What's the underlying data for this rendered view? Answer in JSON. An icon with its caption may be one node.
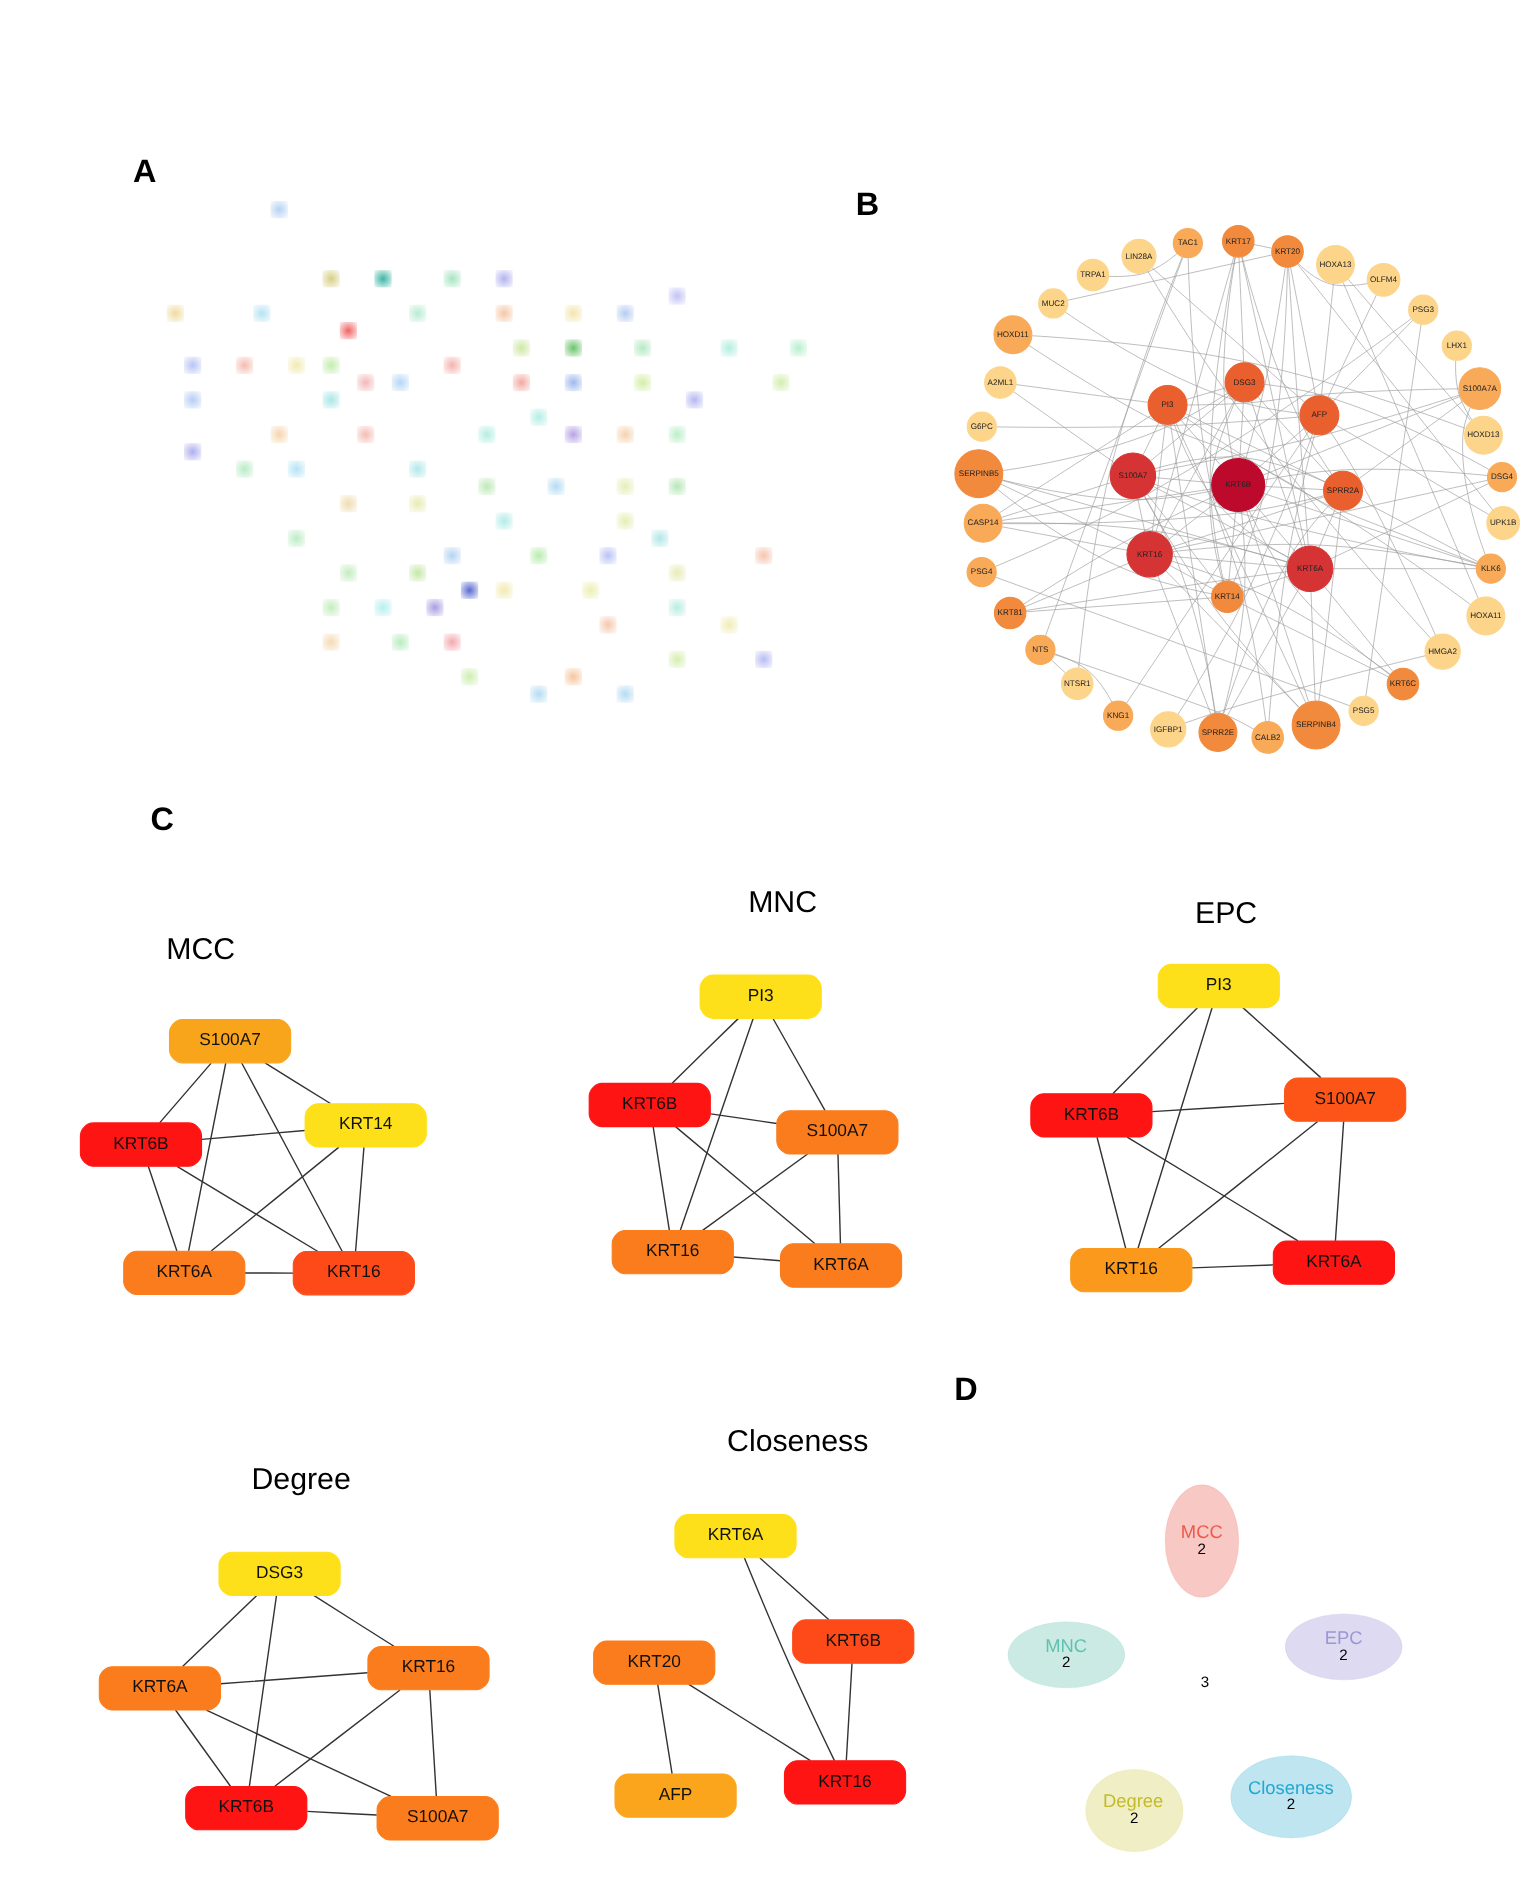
{
  "diagram": {
    "nodes": [
      {
        "text": [],
        "shape": "picture"
      },
      {
        "text": [
          "TAC1"
        ]
      },
      {
        "text": [
          "KRT17"
        ]
      },
      {
        "text": [
          "KRT20"
        ]
      },
      {
        "text": [
          "HOXA13"
        ]
      },
      {
        "text": [
          "OLFM4"
        ]
      },
      {
        "text": [
          "PSG3"
        ]
      },
      {
        "text": [
          "LHX1"
        ]
      },
      {
        "text": [
          "S100A7A"
        ]
      },
      {
        "text": [
          "HOXD13"
        ]
      },
      {
        "text": [
          "DSG4"
        ]
      },
      {
        "text": [
          "UPK1B"
        ]
      },
      {
        "text": [
          "KLK6"
        ]
      },
      {
        "text": [
          "HOXA11"
        ]
      },
      {
        "text": [
          "HMGA2"
        ]
      },
      {
        "text": [
          "KRT6C"
        ]
      },
      {
        "text": [
          "PSG5"
        ]
      },
      {
        "text": [
          "SERPINB4"
        ]
      },
      {
        "text": [
          "CALB2"
        ]
      },
      {
        "text": [
          "SPRR2E"
        ]
      },
      {
        "text": [
          "IGFBP1"
        ]
      },
      {
        "text": [
          "KNG1"
        ]
      },
      {
        "text": [
          "NTSR1"
        ]
      },
      {
        "text": [
          "NTS"
        ]
      },
      {
        "text": [
          "KRT81"
        ]
      },
      {
        "text": [
          "PSG4"
        ]
      },
      {
        "text": [
          "CASP14"
        ]
      },
      {
        "text": [
          "SERPINB5"
        ]
      },
      {
        "text": [
          "G6PC"
        ]
      },
      {
        "text": [
          "A2ML1"
        ]
      },
      {
        "text": [
          "HOXD11"
        ]
      },
      {
        "text": [
          "MUC2"
        ]
      },
      {
        "text": [
          "TRPA1"
        ]
      },
      {
        "text": [
          "LIN28A"
        ]
      },
      {
        "text": [
          "DSG3"
        ]
      },
      {
        "text": [
          "PI3"
        ]
      },
      {
        "text": [
          "AFP"
        ]
      },
      {
        "text": [
          "S100A7"
        ]
      },
      {
        "text": [
          "KRT6B"
        ]
      },
      {
        "text": [
          "SPRR2A"
        ]
      },
      {
        "text": [
          "KRT16"
        ]
      },
      {
        "text": [
          "KRT6A"
        ]
      },
      {
        "text": [
          "KRT14"
        ]
      },
      {
        "text": [
          "S100A7"
        ]
      },
      {
        "text": [
          "KRT6B"
        ]
      },
      {
        "text": [
          "KRT14"
        ]
      },
      {
        "text": [
          "KRT6A"
        ]
      },
      {
        "text": [
          "KRT16"
        ]
      },
      {
        "text": [
          "PI3"
        ]
      },
      {
        "text": [
          "KRT6B"
        ]
      },
      {
        "text": [
          "S100A7"
        ]
      },
      {
        "text": [
          "KRT16"
        ]
      },
      {
        "text": [
          "KRT6A"
        ]
      },
      {
        "text": [
          "PI3"
        ]
      },
      {
        "text": [
          "KRT6B"
        ]
      },
      {
        "text": [
          "S100A7"
        ]
      },
      {
        "text": [
          "KRT16"
        ]
      },
      {
        "text": [
          "KRT6A"
        ]
      },
      {
        "text": [
          "DSG3"
        ]
      },
      {
        "text": [
          "KRT6A"
        ]
      },
      {
        "text": [
          "KRT16"
        ]
      },
      {
        "text": [
          "KRT6B"
        ]
      },
      {
        "text": [
          "S100A7"
        ]
      },
      {
        "text": [
          "KRT6A"
        ]
      },
      {
        "text": [
          "KRT20"
        ]
      },
      {
        "text": [
          "KRT6B"
        ]
      },
      {
        "text": [
          "AFP"
        ]
      },
      {
        "text": [
          "KRT16"
        ]
      },
      {
        "text": [
          "MCC",
          "2"
        ]
      },
      {
        "text": [
          "MNC",
          "2"
        ]
      },
      {
        "text": [
          "EPC",
          "2"
        ]
      },
      {
        "text": [
          "Degree",
          "2"
        ]
      },
      {
        "text": [
          "Closeness",
          "2"
        ]
      }
    ],
    "edges": [
      {
        "from": 38,
        "to": 41,
        "arrow": "none"
      },
      {
        "from": 38,
        "to": 40,
        "arrow": "none"
      },
      {
        "from": 38,
        "to": 42,
        "arrow": "none"
      },
      {
        "from": 38,
        "to": 2,
        "arrow": "none"
      },
      {
        "from": 38,
        "to": 3,
        "arrow": "none"
      },
      {
        "from": 38,
        "to": 15,
        "arrow": "none"
      },
      {
        "from": 38,
        "to": 24,
        "arrow": "none"
      },
      {
        "from": 37,
        "to": 38,
        "arrow": "none"
      },
      {
        "from": 38,
        "to": 35,
        "arrow": "none"
      },
      {
        "from": 38,
        "to": 34,
        "arrow": "none"
      },
      {
        "from": 38,
        "to": 39,
        "arrow": "none"
      },
      {
        "from": 38,
        "to": 19,
        "arrow": "none"
      },
      {
        "from": 38,
        "to": 17,
        "arrow": "none"
      },
      {
        "from": 27,
        "to": 38,
        "arrow": "none"
      },
      {
        "from": 38,
        "to": 26,
        "arrow": "none"
      },
      {
        "from": 38,
        "to": 10,
        "arrow": "none"
      },
      {
        "from": 38,
        "to": 12,
        "arrow": "none"
      },
      {
        "from": 38,
        "to": 8,
        "arrow": "none"
      },
      {
        "from": 38,
        "to": 36,
        "arrow": "none"
      },
      {
        "from": 40,
        "to": 41,
        "arrow": "none"
      },
      {
        "from": 41,
        "to": 42,
        "arrow": "none"
      },
      {
        "from": 41,
        "to": 2,
        "arrow": "none"
      },
      {
        "from": 41,
        "to": 3,
        "arrow": "none"
      },
      {
        "from": 41,
        "to": 15,
        "arrow": "none"
      },
      {
        "from": 41,
        "to": 24,
        "arrow": "none"
      },
      {
        "from": 41,
        "to": 37,
        "arrow": "none"
      },
      {
        "from": 41,
        "to": 35,
        "arrow": "none"
      },
      {
        "from": 41,
        "to": 34,
        "arrow": "none"
      },
      {
        "from": 41,
        "to": 39,
        "arrow": "none"
      },
      {
        "from": 41,
        "to": 19,
        "arrow": "none"
      },
      {
        "from": 41,
        "to": 17,
        "arrow": "none"
      },
      {
        "from": 41,
        "to": 27,
        "arrow": "none"
      },
      {
        "from": 26,
        "to": 41,
        "arrow": "none"
      },
      {
        "from": 41,
        "to": 10,
        "arrow": "none"
      },
      {
        "from": 41,
        "to": 12,
        "arrow": "none"
      },
      {
        "from": 40,
        "to": 42,
        "arrow": "none"
      },
      {
        "from": 40,
        "to": 2,
        "arrow": "none"
      },
      {
        "from": 40,
        "to": 15,
        "arrow": "none"
      },
      {
        "from": 40,
        "to": 24,
        "arrow": "none"
      },
      {
        "from": 40,
        "to": 37,
        "arrow": "none"
      },
      {
        "from": 40,
        "to": 35,
        "arrow": "none"
      },
      {
        "from": 40,
        "to": 34,
        "arrow": "none"
      },
      {
        "from": 40,
        "to": 39,
        "arrow": "none"
      },
      {
        "from": 40,
        "to": 19,
        "arrow": "none"
      },
      {
        "from": 40,
        "to": 17,
        "arrow": "none"
      },
      {
        "from": 40,
        "to": 27,
        "arrow": "none"
      },
      {
        "from": 26,
        "to": 40,
        "arrow": "none"
      },
      {
        "from": 40,
        "to": 12,
        "arrow": "none"
      },
      {
        "from": 40,
        "to": 10,
        "arrow": "none"
      },
      {
        "from": 42,
        "to": 2,
        "arrow": "none"
      },
      {
        "from": 42,
        "to": 3,
        "arrow": "none"
      },
      {
        "from": 42,
        "to": 34,
        "arrow": "none"
      },
      {
        "from": 42,
        "to": 15,
        "arrow": "none"
      },
      {
        "from": 24,
        "to": 42,
        "arrow": "none"
      },
      {
        "from": 42,
        "to": 27,
        "arrow": "none"
      },
      {
        "from": 42,
        "to": 37,
        "arrow": "none"
      },
      {
        "from": 37,
        "to": 35,
        "arrow": "none"
      },
      {
        "from": 37,
        "to": 8,
        "arrow": "none"
      },
      {
        "from": 37,
        "to": 39,
        "arrow": "none"
      },
      {
        "from": 37,
        "to": 19,
        "arrow": "none"
      },
      {
        "from": 37,
        "to": 17,
        "arrow": "none"
      },
      {
        "from": 37,
        "to": 12,
        "arrow": "none"
      },
      {
        "from": 37,
        "to": 34,
        "arrow": "none"
      },
      {
        "from": 37,
        "to": 26,
        "arrow": "none"
      },
      {
        "from": 37,
        "to": 29,
        "arrow": "none"
      },
      {
        "from": 35,
        "to": 39,
        "arrow": "none"
      },
      {
        "from": 35,
        "to": 19,
        "arrow": "none"
      },
      {
        "from": 35,
        "to": 17,
        "arrow": "none"
      },
      {
        "from": 35,
        "to": 12,
        "arrow": "none"
      },
      {
        "from": 35,
        "to": 8,
        "arrow": "none"
      },
      {
        "from": 35,
        "to": 34,
        "arrow": "none"
      },
      {
        "from": 29,
        "to": 35,
        "arrow": "none"
      },
      {
        "from": 35,
        "to": 26,
        "arrow": "none"
      },
      {
        "from": 34,
        "to": 10,
        "arrow": "none"
      },
      {
        "from": 34,
        "to": 39,
        "arrow": "none"
      },
      {
        "from": 34,
        "to": 27,
        "arrow": "none"
      },
      {
        "from": 34,
        "to": 2,
        "arrow": "none"
      },
      {
        "from": 36,
        "to": 28,
        "arrow": "none"
      },
      {
        "from": 36,
        "to": 14,
        "arrow": "none"
      },
      {
        "from": 36,
        "to": 33,
        "arrow": "none"
      },
      {
        "from": 36,
        "to": 20,
        "arrow": "none"
      },
      {
        "from": 36,
        "to": 21,
        "arrow": "none"
      },
      {
        "from": 36,
        "to": 4,
        "arrow": "none"
      },
      {
        "from": 36,
        "to": 11,
        "arrow": "none"
      },
      {
        "from": 36,
        "to": 31,
        "arrow": "none"
      },
      {
        "from": 36,
        "to": 5,
        "arrow": "none"
      },
      {
        "from": 36,
        "to": 3,
        "arrow": "none"
      },
      {
        "from": 36,
        "to": 18,
        "arrow": "none"
      },
      {
        "from": 36,
        "to": 6,
        "arrow": "none"
      },
      {
        "from": 39,
        "to": 19,
        "arrow": "none"
      },
      {
        "from": 39,
        "to": 8,
        "arrow": "none"
      },
      {
        "from": 39,
        "to": 2,
        "arrow": "none"
      },
      {
        "from": 39,
        "to": 17,
        "arrow": "none"
      },
      {
        "from": 39,
        "to": 26,
        "arrow": "none"
      },
      {
        "from": 39,
        "to": 12,
        "arrow": "none"
      },
      {
        "from": 3,
        "to": 31,
        "arrow": "none"
      },
      {
        "from": 3,
        "to": 5,
        "arrow": "none"
      },
      {
        "from": 3,
        "to": 11,
        "arrow": "none"
      },
      {
        "from": 2,
        "to": 3,
        "arrow": "none"
      },
      {
        "from": 4,
        "to": 9,
        "arrow": "none"
      },
      {
        "from": 4,
        "to": 13,
        "arrow": "none"
      },
      {
        "from": 9,
        "to": 30,
        "arrow": "none"
      },
      {
        "from": 13,
        "to": 30,
        "arrow": "none"
      },
      {
        "from": 7,
        "to": 9,
        "arrow": "none"
      },
      {
        "from": 33,
        "to": 14,
        "arrow": "none"
      },
      {
        "from": 14,
        "to": 20,
        "arrow": "none"
      },
      {
        "from": 23,
        "to": 22,
        "arrow": "none"
      },
      {
        "from": 1,
        "to": 23,
        "arrow": "none"
      },
      {
        "from": 1,
        "to": 22,
        "arrow": "none"
      },
      {
        "from": 1,
        "to": 32,
        "arrow": "none"
      },
      {
        "from": 1,
        "to": 18,
        "arrow": "none"
      },
      {
        "from": 23,
        "to": 18,
        "arrow": "none"
      },
      {
        "from": 23,
        "to": 21,
        "arrow": "none"
      },
      {
        "from": 6,
        "to": 25,
        "arrow": "none"
      },
      {
        "from": 6,
        "to": 16,
        "arrow": "none"
      },
      {
        "from": 25,
        "to": 16,
        "arrow": "none"
      },
      {
        "from": 12,
        "to": 8,
        "arrow": "none"
      },
      {
        "from": 43,
        "to": 44,
        "arrow": "none",
        "color": "#333333"
      },
      {
        "from": 43,
        "to": 46,
        "arrow": "none",
        "color": "#333333"
      },
      {
        "from": 43,
        "to": 47,
        "arrow": "none",
        "color": "#333333"
      },
      {
        "from": 43,
        "to": 45,
        "arrow": "none",
        "color": "#333333"
      },
      {
        "from": 44,
        "to": 45,
        "arrow": "none",
        "color": "#333333"
      },
      {
        "from": 44,
        "to": 46,
        "arrow": "none",
        "color": "#333333"
      },
      {
        "from": 44,
        "to": 47,
        "arrow": "none",
        "color": "#333333"
      },
      {
        "from": 45,
        "to": 46,
        "arrow": "none",
        "color": "#333333"
      },
      {
        "from": 45,
        "to": 47,
        "arrow": "none",
        "color": "#333333"
      },
      {
        "from": 46,
        "to": 47,
        "arrow": "none",
        "color": "#333333"
      },
      {
        "from": 48,
        "to": 49,
        "arrow": "none",
        "color": "#333333"
      },
      {
        "from": 48,
        "to": 51,
        "arrow": "none",
        "color": "#333333"
      },
      {
        "from": 48,
        "to": 50,
        "arrow": "none",
        "color": "#333333"
      },
      {
        "from": 49,
        "to": 50,
        "arrow": "none",
        "color": "#333333"
      },
      {
        "from": 49,
        "to": 51,
        "arrow": "none",
        "color": "#333333"
      },
      {
        "from": 49,
        "to": 52,
        "arrow": "none",
        "color": "#333333"
      },
      {
        "from": 50,
        "to": 51,
        "arrow": "none",
        "color": "#333333"
      },
      {
        "from": 50,
        "to": 52,
        "arrow": "none",
        "color": "#333333"
      },
      {
        "from": 51,
        "to": 52,
        "arrow": "none",
        "color": "#333333"
      },
      {
        "from": 53,
        "to": 54,
        "arrow": "none",
        "color": "#333333"
      },
      {
        "from": 53,
        "to": 56,
        "arrow": "none",
        "color": "#333333"
      },
      {
        "from": 53,
        "to": 55,
        "arrow": "none",
        "color": "#333333"
      },
      {
        "from": 54,
        "to": 55,
        "arrow": "none",
        "color": "#333333"
      },
      {
        "from": 54,
        "to": 56,
        "arrow": "none",
        "color": "#333333"
      },
      {
        "from": 54,
        "to": 57,
        "arrow": "none",
        "color": "#333333"
      },
      {
        "from": 55,
        "to": 56,
        "arrow": "none",
        "color": "#333333"
      },
      {
        "from": 55,
        "to": 57,
        "arrow": "none",
        "color": "#333333"
      },
      {
        "from": 56,
        "to": 57,
        "arrow": "none",
        "color": "#333333"
      },
      {
        "from": 58,
        "to": 59,
        "arrow": "none",
        "color": "#333333"
      },
      {
        "from": 58,
        "to": 61,
        "arrow": "none",
        "color": "#333333"
      },
      {
        "from": 58,
        "to": 60,
        "arrow": "none",
        "color": "#333333"
      },
      {
        "from": 59,
        "to": 60,
        "arrow": "none",
        "color": "#333333"
      },
      {
        "from": 59,
        "to": 61,
        "arrow": "none",
        "color": "#333333"
      },
      {
        "from": 59,
        "to": 62,
        "arrow": "none",
        "color": "#333333"
      },
      {
        "from": 60,
        "to": 61,
        "arrow": "none",
        "color": "#333333"
      },
      {
        "from": 60,
        "to": 62,
        "arrow": "none",
        "color": "#333333"
      },
      {
        "from": 61,
        "to": 62,
        "arrow": "none",
        "color": "#333333"
      },
      {
        "from": 63,
        "to": 65,
        "arrow": "none",
        "color": "#333333"
      },
      {
        "from": 63,
        "to": 67,
        "arrow": "none",
        "color": "#333333"
      },
      {
        "from": 64,
        "to": 66,
        "arrow": "none",
        "color": "#333333"
      },
      {
        "from": 64,
        "to": 67,
        "arrow": "none",
        "color": "#333333"
      },
      {
        "from": 65,
        "to": 67,
        "arrow": "none",
        "color": "#333333"
      }
    ],
    "labels": [
      "A",
      "B",
      "C",
      "MCC",
      "MNC",
      "EPC",
      "Degree",
      "Closeness",
      "D",
      "3"
    ]
  }
}
